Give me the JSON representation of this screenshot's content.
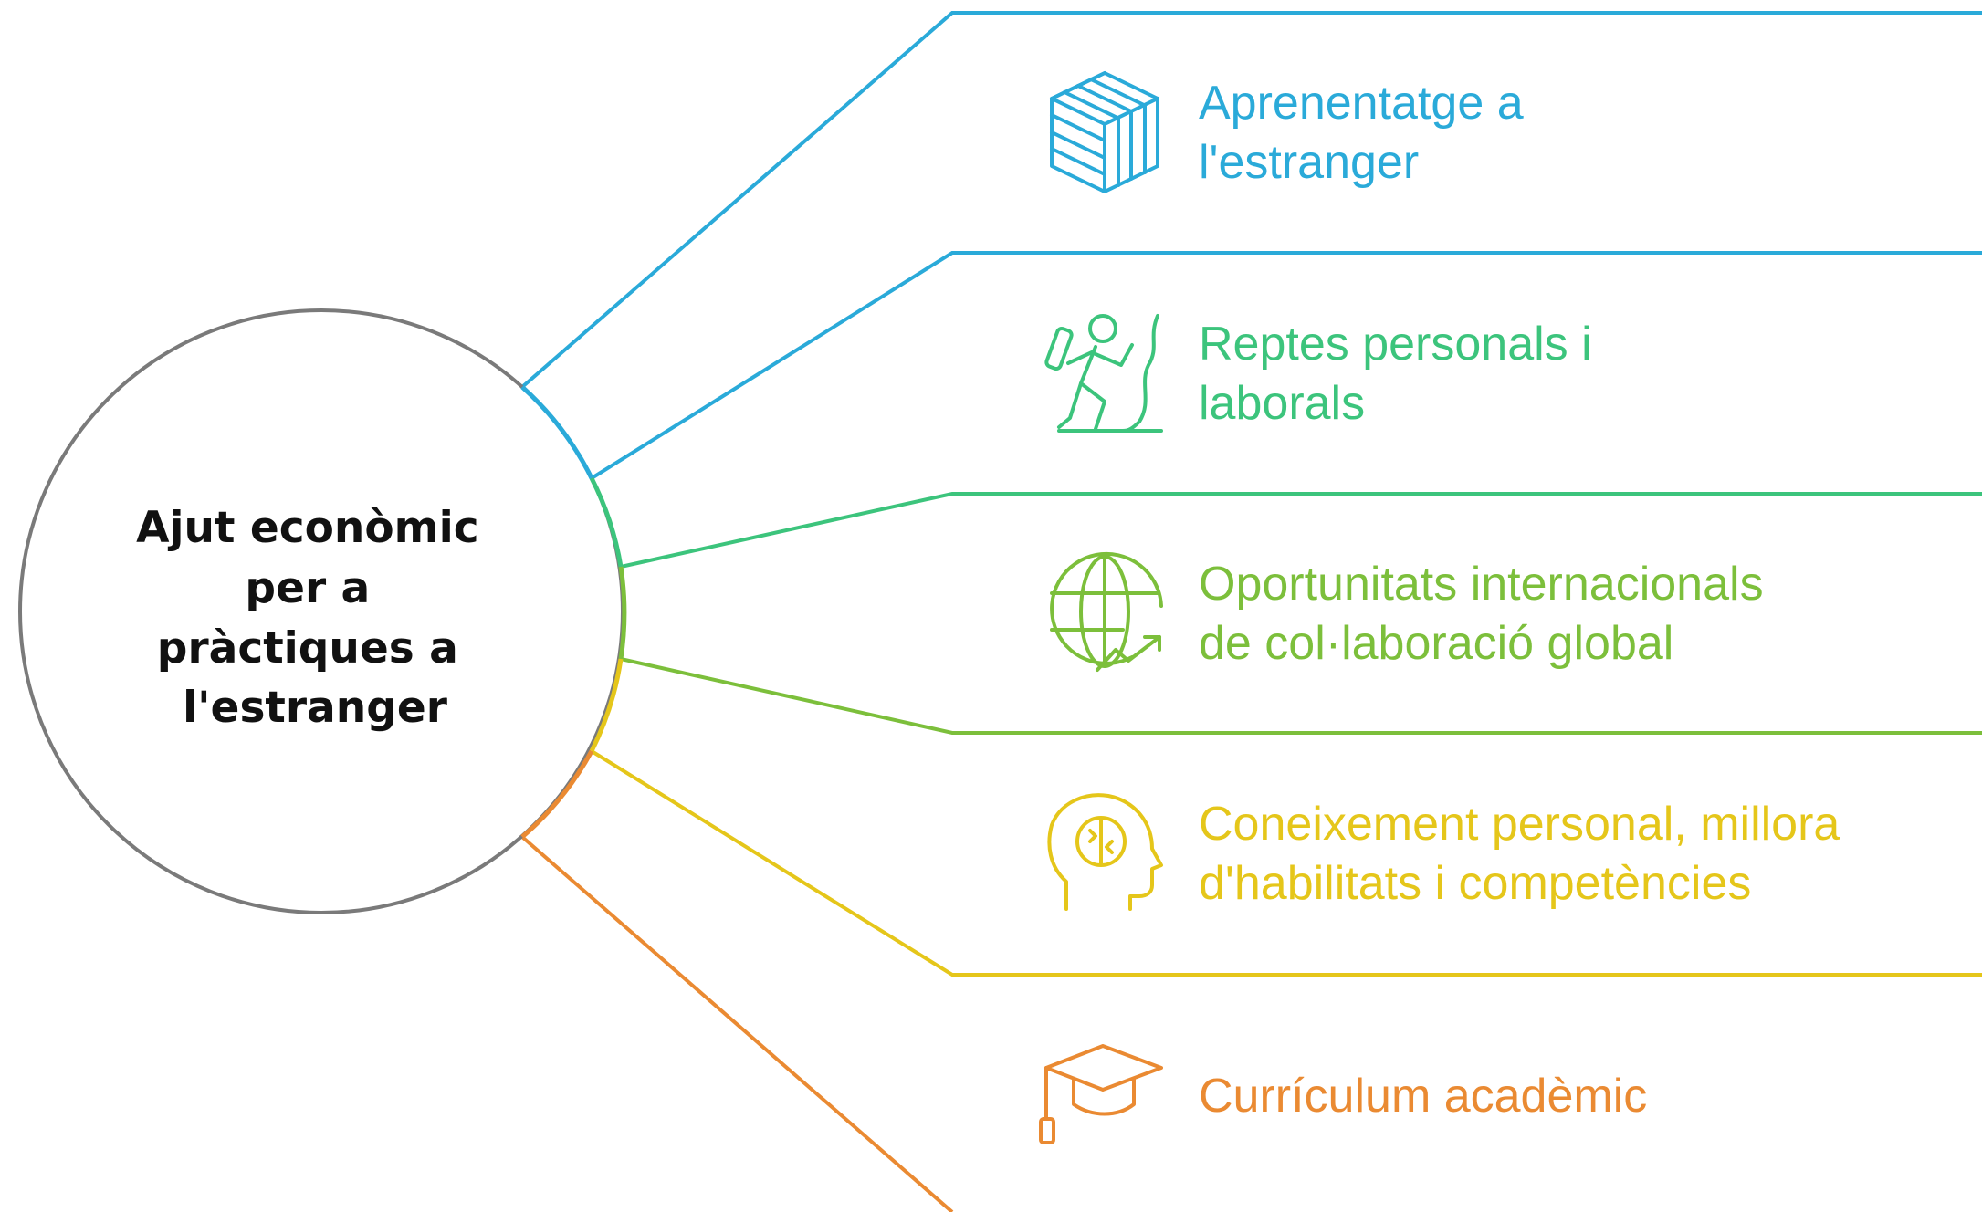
{
  "center": {
    "lines": [
      "Ajut econòmic",
      "per a",
      "pràctiques a",
      "l'estranger"
    ]
  },
  "items": [
    {
      "icon": "learning-blocks-icon",
      "color": "#2aaad9",
      "lines": [
        "Aprenentatge a",
        "l'estranger"
      ]
    },
    {
      "icon": "climber-icon",
      "color": "#3cc47c",
      "lines": [
        "Reptes personals i",
        "laborals"
      ]
    },
    {
      "icon": "globe-growth-icon",
      "color": "#7cbf3b",
      "lines": [
        "Oportunitats internacionals",
        "de col·laboració global"
      ]
    },
    {
      "icon": "head-brain-icon",
      "color": "#e5c61a",
      "lines": [
        "Coneixement personal, millora",
        "d'habilitats i competències"
      ]
    },
    {
      "icon": "graduation-cap-icon",
      "color": "#ea8a32",
      "lines": [
        "Currículum acadèmic"
      ]
    }
  ],
  "circle_color": "#7a7a7a"
}
